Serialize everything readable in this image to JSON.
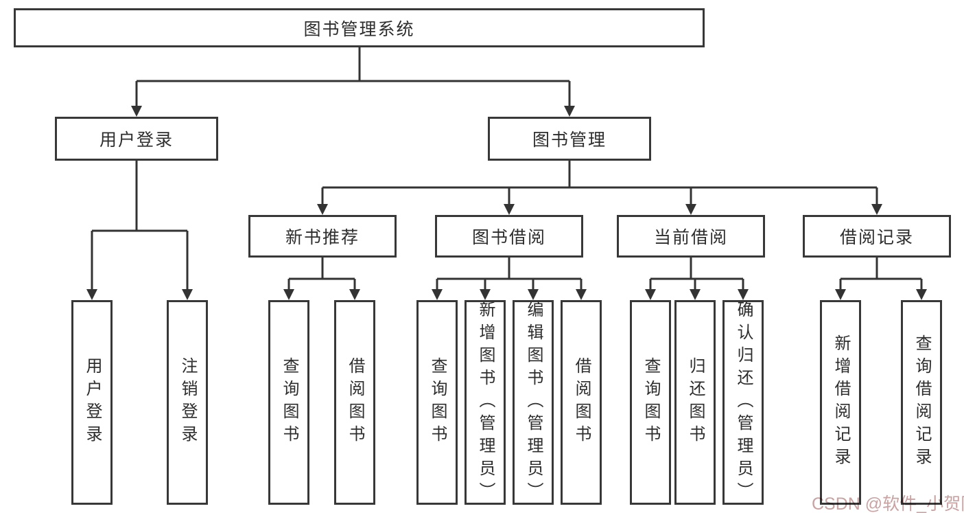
{
  "diagram": {
    "root": {
      "label": "图书管理系统"
    },
    "level2": [
      {
        "label": "用户登录"
      },
      {
        "label": "图书管理"
      }
    ],
    "level3": [
      {
        "label": "新书推荐",
        "parent": "图书管理"
      },
      {
        "label": "图书借阅",
        "parent": "图书管理"
      },
      {
        "label": "当前借阅",
        "parent": "图书管理"
      },
      {
        "label": "借阅记录",
        "parent": "图书管理"
      }
    ],
    "leaves": [
      {
        "label": "用户登录",
        "parent": "用户登录"
      },
      {
        "label": "注销登录",
        "parent": "用户登录"
      },
      {
        "label": "查询图书",
        "parent": "新书推荐"
      },
      {
        "label": "借阅图书",
        "parent": "新书推荐"
      },
      {
        "label": "查询图书",
        "parent": "图书借阅"
      },
      {
        "label": "新增图书（管理员）",
        "parent": "图书借阅"
      },
      {
        "label": "编辑图书（管理员）",
        "parent": "图书借阅"
      },
      {
        "label": "借阅图书",
        "parent": "图书借阅"
      },
      {
        "label": "查询图书",
        "parent": "当前借阅"
      },
      {
        "label": "归还图书",
        "parent": "当前借阅"
      },
      {
        "label": "确认归还（管理员）",
        "parent": "当前借阅"
      },
      {
        "label": "新增借阅记录",
        "parent": "借阅记录"
      },
      {
        "label": "查询借阅记录",
        "parent": "借阅记录"
      }
    ]
  },
  "watermark": {
    "text": "CSDN @软件_小贺同学",
    "color": "#c9a2a2"
  },
  "colors": {
    "line": "#333333",
    "box_border": "#383838",
    "text": "#2d2d2d",
    "background": "#ffffff"
  }
}
